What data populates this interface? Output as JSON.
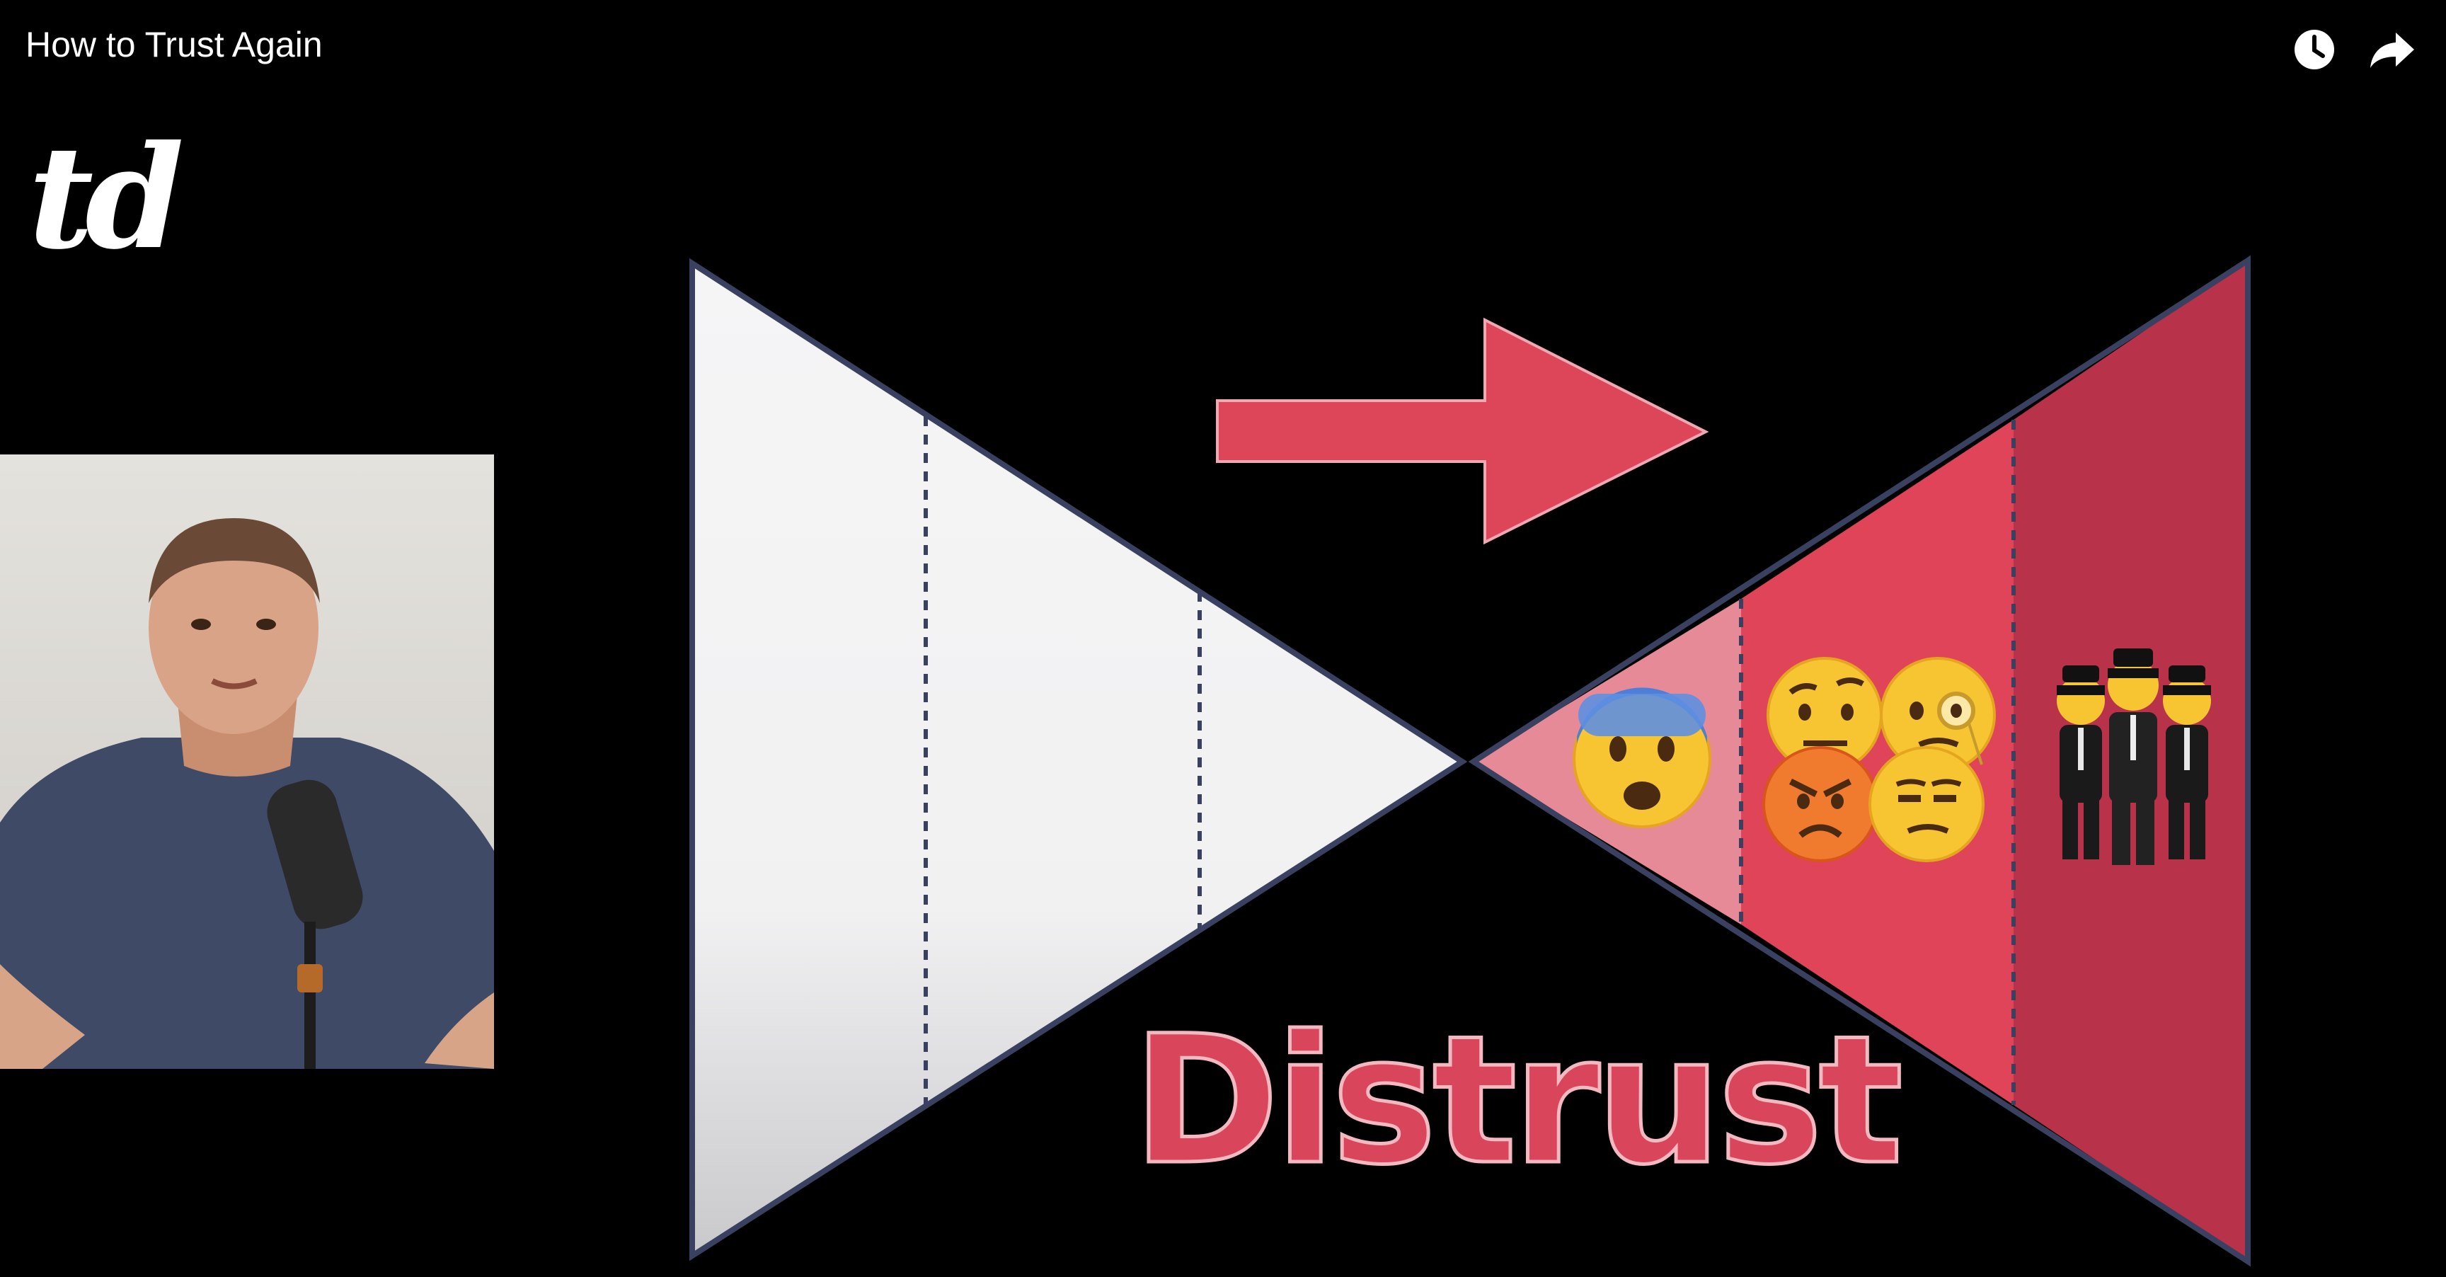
{
  "video": {
    "title": "How to Trust Again"
  },
  "controls": {
    "watch_later_icon": "clock-icon",
    "share_icon": "share-arrow-icon"
  },
  "logo": {
    "text": "td"
  },
  "slide": {
    "heading": "Distrust",
    "colors": {
      "left_fill": "#f3f3f4",
      "right_light": "#e78a97",
      "right_mid": "#df4458",
      "right_dark": "#b8324a",
      "outline": "#3a4160",
      "arrow": "#dd4558",
      "label": "#d9455a"
    },
    "emoji_groups": [
      {
        "zone": "light",
        "icons": [
          "anxious-face-icon"
        ]
      },
      {
        "zone": "mid",
        "icons": [
          "raised-eyebrow-face-icon",
          "monocle-face-icon",
          "angry-face-icon",
          "unamused-face-icon"
        ]
      },
      {
        "zone": "dark",
        "icons": [
          "men-in-suits-icon"
        ]
      }
    ]
  }
}
